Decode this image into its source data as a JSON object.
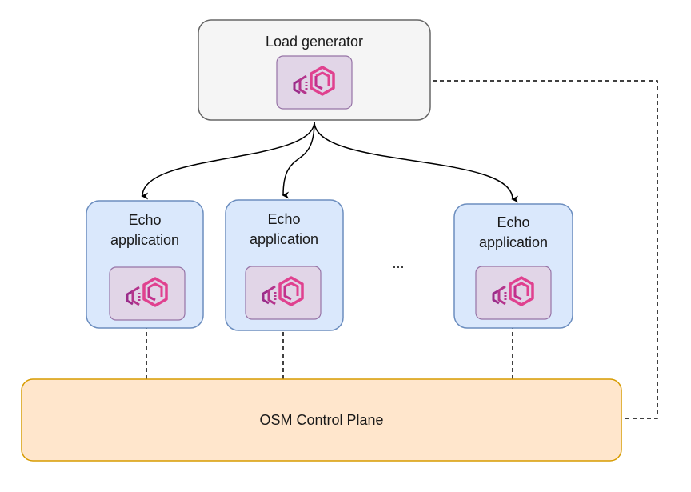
{
  "diagram": {
    "load_generator": {
      "title": "Load generator",
      "icon": "envoy-proxy-icon"
    },
    "echo_apps": [
      {
        "line1": "Echo",
        "line2": "application",
        "icon": "envoy-proxy-icon"
      },
      {
        "line1": "Echo",
        "line2": "application",
        "icon": "envoy-proxy-icon"
      },
      {
        "line1": "Echo",
        "line2": "application",
        "icon": "envoy-proxy-icon"
      }
    ],
    "ellipsis": "...",
    "control_plane": {
      "label": "OSM Control Plane"
    },
    "colors": {
      "load_generator_fill": "#f5f5f5",
      "load_generator_stroke": "#666666",
      "echo_fill": "#dae8fc",
      "echo_stroke": "#6c8ebf",
      "icon_bg_fill": "#e1d5e7",
      "icon_bg_stroke": "#9673a6",
      "control_plane_fill": "#ffe6cc",
      "control_plane_stroke": "#d79b00",
      "envoy_pink": "#d63c8f",
      "envoy_purple": "#9b2c8a"
    }
  }
}
